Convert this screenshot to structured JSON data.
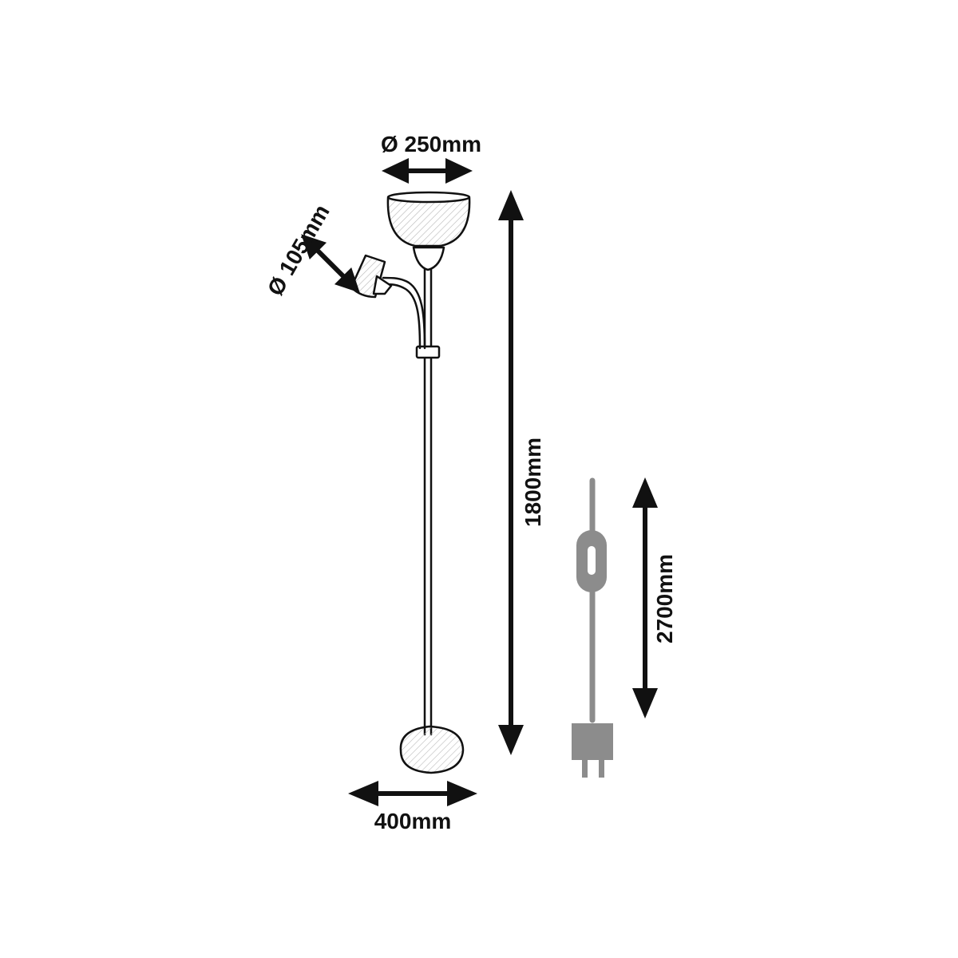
{
  "diagram": {
    "dimensions": {
      "large_shade_diameter": "Ø 250mm",
      "small_shade_diameter": "Ø 105mm",
      "total_height": "1800mm",
      "base_diameter": "400mm",
      "cable_length": "2700mm"
    },
    "colors": {
      "line": "#111111",
      "cable": "#8c8c8c",
      "background": "#ffffff"
    }
  }
}
